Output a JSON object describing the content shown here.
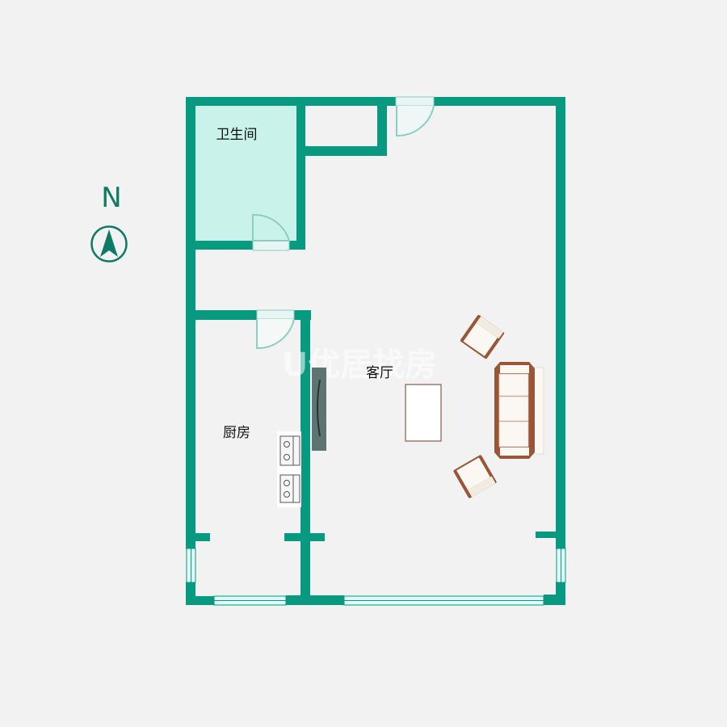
{
  "plan": {
    "colors": {
      "background": "#f2f2f2",
      "wall": "#079a80",
      "bathroom_fill": "#c9f2ea",
      "floor": "#f2f2f2",
      "window_fill": "#e0faf5",
      "window_stroke": "#079a80",
      "door_arc": "#8ccfc2",
      "furniture_brown": "#9a5536",
      "furniture_fill": "#faf7f2",
      "cabinet": "#5e7470",
      "compass": "#0d7a66"
    },
    "compass": {
      "letter": "N",
      "icon": "north-arrow-icon"
    },
    "rooms": [
      {
        "id": "bathroom",
        "label": "卫生间"
      },
      {
        "id": "kitchen",
        "label": "厨房"
      },
      {
        "id": "living_room",
        "label": "客厅"
      }
    ],
    "watermark": "U优居找房",
    "furniture": [
      {
        "type": "sofa",
        "icon": "sofa-icon"
      },
      {
        "type": "armchair",
        "icon": "armchair-icon"
      },
      {
        "type": "armchair",
        "icon": "armchair-icon"
      },
      {
        "type": "coffee-table",
        "icon": "coffee-table-icon"
      },
      {
        "type": "tv-cabinet",
        "icon": "tv-cabinet-icon"
      },
      {
        "type": "stove",
        "icon": "stove-icon"
      },
      {
        "type": "stove",
        "icon": "stove-icon"
      }
    ]
  }
}
